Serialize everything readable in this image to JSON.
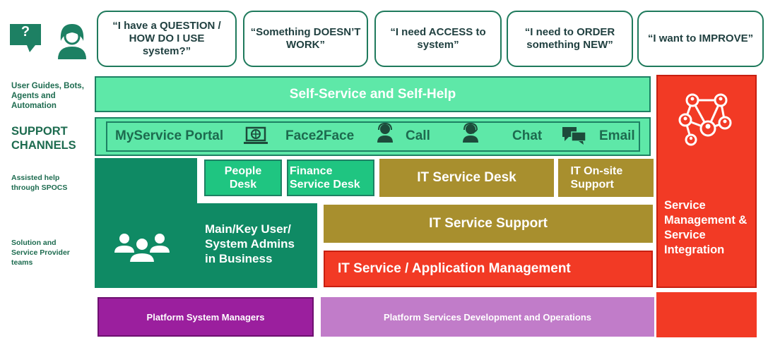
{
  "bubbles": [
    {
      "text": "“I have a QUESTION / HOW DO I USE system?”"
    },
    {
      "text": "“Something DOESN’T WORK”"
    },
    {
      "text": "“I need ACCESS to system”"
    },
    {
      "text": "“I need to ORDER something NEW”"
    },
    {
      "text": "“I want to IMPROVE”"
    }
  ],
  "icons": {
    "question_mark": "?"
  },
  "side_labels": {
    "user_guides": "User Guides, Bots, Agents and Automation",
    "support_channels": "SUPPORT CHANNELS",
    "assisted_help": "Assisted help through SPOCS",
    "solution_teams": "Solution and Service Provider teams"
  },
  "self_service": "Self-Service and Self-Help",
  "channels": {
    "myservice": "MyService Portal",
    "face2face": "Face2Face",
    "call": "Call",
    "chat": "Chat",
    "email": "Email"
  },
  "desks": {
    "people": "People Desk",
    "finance": "Finance Service Desk",
    "it_service_desk": "IT Service Desk",
    "it_onsite": "IT On-site Support"
  },
  "main_key": "Main/Key User/ System Admins in Business",
  "it_service_support": "IT Service Support",
  "it_app_mgmt": "IT Service / Application Management",
  "smsi": "Service Management & Service Integration",
  "platform_system_managers": "Platform System Managers",
  "platform_services": "Platform Services Development and Operations",
  "colors": {
    "dark_green": "#0f8a64",
    "light_green": "#5ee8a8",
    "olive": "#a88f2e",
    "red": "#f23a25",
    "purple": "#9b1f9e",
    "lilac": "#c17cc9"
  }
}
